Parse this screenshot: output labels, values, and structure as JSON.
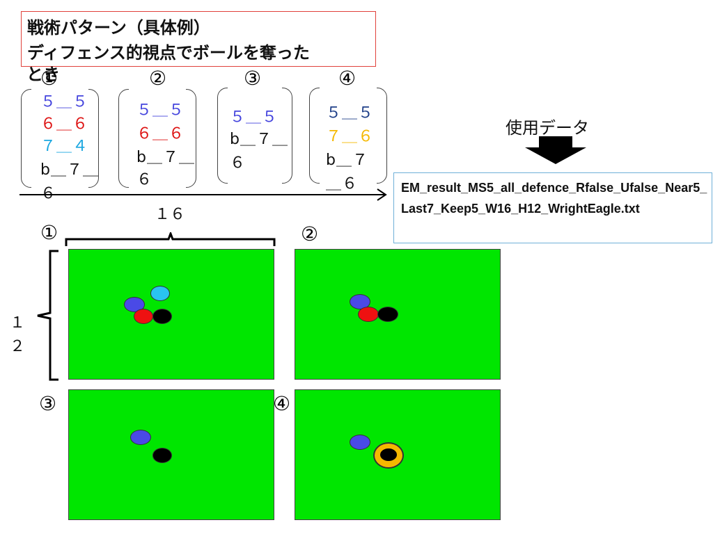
{
  "title": {
    "line1": "戦術パターン（具体例）",
    "line2": "ディフェンス的視点でボールを奪った",
    "line3": "とき"
  },
  "patterns": [
    {
      "label": "①",
      "items": [
        {
          "text": "５＿５",
          "color": "#4444dd"
        },
        {
          "text": "６＿６",
          "color": "#dd1111"
        },
        {
          "text": "７＿４",
          "color": "#1ba7e0"
        },
        {
          "text": "b＿７＿",
          "color": "#111111"
        },
        {
          "text": "６",
          "color": "#111111"
        }
      ]
    },
    {
      "label": "②",
      "items": [
        {
          "text": "５＿５",
          "color": "#4444dd"
        },
        {
          "text": "６＿６",
          "color": "#dd1111"
        },
        {
          "text": "b＿７＿",
          "color": "#111111"
        },
        {
          "text": "６",
          "color": "#111111"
        }
      ]
    },
    {
      "label": "③",
      "items": [
        {
          "text": "５＿５",
          "color": "#4444dd"
        },
        {
          "text": "b＿７＿",
          "color": "#111111"
        },
        {
          "text": "６",
          "color": "#111111"
        }
      ]
    },
    {
      "label": "④",
      "items": [
        {
          "text": "５＿５",
          "color": "#1f3f88"
        },
        {
          "text": "７＿６",
          "color": "#f5b800"
        },
        {
          "text": "b＿７",
          "color": "#111111"
        },
        {
          "text": "＿６",
          "color": "#111111"
        }
      ]
    }
  ],
  "usage_label": "使用データ",
  "data_file": "EM_result_MS5_all_defence_Rfalse_Ufalse_Near5_Last7_Keep5_W16_H12_WrightEagle.txt",
  "width_label": "１６",
  "height_label_1": "１",
  "height_label_2": "２",
  "fields": [
    {
      "label": "①",
      "players": [
        {
          "kind": "blue",
          "color": "#4a4ae6"
        },
        {
          "kind": "cyan",
          "color": "#29c4f0"
        },
        {
          "kind": "red",
          "color": "#ee1111"
        },
        {
          "kind": "ball",
          "color": "#000000"
        }
      ]
    },
    {
      "label": "②",
      "players": [
        {
          "kind": "blue",
          "color": "#4a4ae6"
        },
        {
          "kind": "red",
          "color": "#ee1111"
        },
        {
          "kind": "ball",
          "color": "#000000"
        }
      ]
    },
    {
      "label": "③",
      "players": [
        {
          "kind": "blue",
          "color": "#4a4ae6"
        },
        {
          "kind": "ball",
          "color": "#000000"
        }
      ]
    },
    {
      "label": "④",
      "players": [
        {
          "kind": "blue",
          "color": "#4a4ae6"
        },
        {
          "kind": "orange",
          "color": "#f5b800"
        },
        {
          "kind": "ball",
          "color": "#000000"
        }
      ]
    }
  ],
  "colors": {
    "field": "#00e600",
    "title_border": "#e0403a",
    "info_border": "#6fb0d8"
  }
}
